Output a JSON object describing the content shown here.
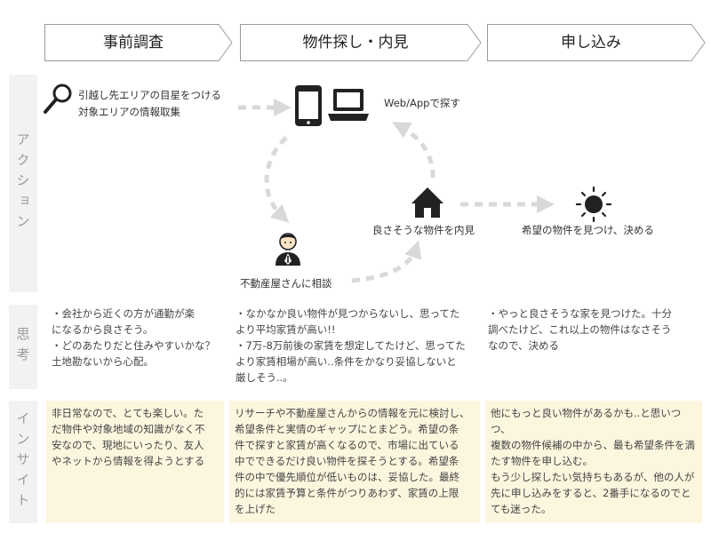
{
  "phases": [
    {
      "label": "事前調査"
    },
    {
      "label": "物件探し・内見"
    },
    {
      "label": "申し込み"
    }
  ],
  "row_labels": {
    "action": "アクション",
    "thought": "思考",
    "insight": "インサイト"
  },
  "actions": {
    "research_line1": "引越し先エリアの目星をつける",
    "research_line2": "対象エリアの情報取集",
    "web_app": "Web/Appで探す",
    "agent": "不動産屋さんに相談",
    "viewing": "良さそうな物件を内見",
    "decide": "希望の物件を見つけ、決める"
  },
  "thoughts": {
    "research": "・会社から近くの方が通勤が楽\nになるから良さそう。\n・どのあたりだと住みやすいかな？\n土地勘ないから心配。",
    "search": "・なかなか良い物件が見つからないし、思ってた\nより平均家賃が高い!!\n・7万-8万前後の家賃を想定してたけど、思ってた\nより家賃相場が高い..条件をかなり妥協しないと\n厳しそう..。",
    "apply": "・やっと良さそうな家を見つけた。十分\n調べたけど、これ以上の物件はなさそう\nなので、決める"
  },
  "insights": {
    "research": "非日常なので、とても楽しい。た\nだ物件や対象地域の知識がなく不\n安なので、現地にいったり、友人\nやネットから情報を得ようとする",
    "search": "リサーチや不動産屋さんからの情報を元に検討し、\n希望条件と実情のギャップにとまどう。希望の条\n件で探すと家賃が高くなるので、市場に出ている\n中でできるだけ良い物件を探そうとする。希望条\n件の中で優先順位が低いものは、妥協した。最終\n的には家賃予算と条件がつりあわず、家賃の上限\nを上げた",
    "apply": "他にもっと良い物件があるかも..と思いつつ、\n複数の物件候補の中から、最も希望条件を満\nたす物件を申し込む。\nもう少し探したい気持ちもあるが、他の人が\n先に申し込みをすると、2番手になるのでと\nても迷った。"
  },
  "colors": {
    "insight_bg": "#fdf6df",
    "row_label_bg": "#f2f2f2",
    "arrow_gray": "#d9d9d9",
    "icon": "#222222"
  }
}
